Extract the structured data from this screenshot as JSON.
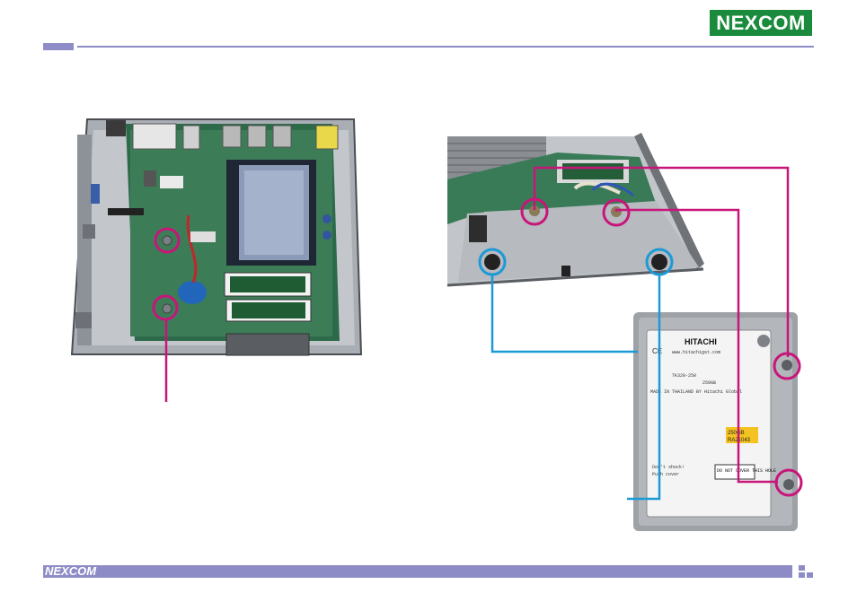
{
  "header": {
    "brand": "NEXCOM"
  },
  "footer": {
    "brand": "NEXCOM"
  },
  "hdd_label": {
    "maker": "HITACHI",
    "site": "www.hitachigst.com",
    "model_line": "TK320-250",
    "capacity": "250GB",
    "made_in": "MADE IN THAILAND BY Hitachi Global",
    "warning": "DO NOT COVER THIS HOLE",
    "do_not_shock": "Don't shock!",
    "push_cover": "Push cover",
    "sticker_capacity": "250GB",
    "sticker_code": "RA21043"
  },
  "colors": {
    "brand_green": "#1a8a3c",
    "accent_bar": "#8e8cc6",
    "magenta_callout": "#c8157a",
    "blue_callout": "#1b9ad6"
  }
}
